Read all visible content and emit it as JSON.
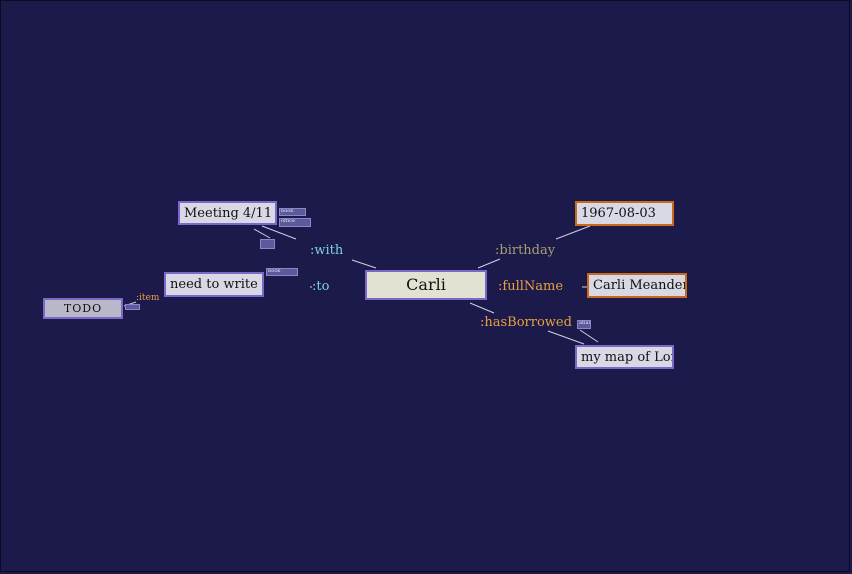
{
  "graph": {
    "center": "Carli",
    "nodes": {
      "meeting": "Meeting 4/11",
      "note": "need to write more",
      "todo": "TODO",
      "birthday_value": "1967-08-03",
      "fullname_value": "Carli Meander",
      "borrowed_item": "my map of London"
    },
    "properties": {
      "with": ":with",
      "to": ":to",
      "item": ":item",
      "birthday": ":birthday",
      "full_name": ":fullName",
      "has_borrowed": ":hasBorrowed"
    },
    "tags": {
      "meeting_tag_1": "book",
      "meeting_tag_2": "office",
      "note_tag": "book",
      "borrowed_tag": "atlas"
    }
  },
  "colors": {
    "background": "#1b1a4a",
    "node_fill": "#d9d9e6",
    "node_border": "#7b68c8",
    "literal_border": "#c86a1a",
    "with_label": "#7fd0e0",
    "to_label": "#7fd0e0",
    "item_label": "#e8a040",
    "birthday_label": "#a8a070",
    "fullname_label": "#e8a040",
    "hasborrowed_label": "#e8a040"
  }
}
